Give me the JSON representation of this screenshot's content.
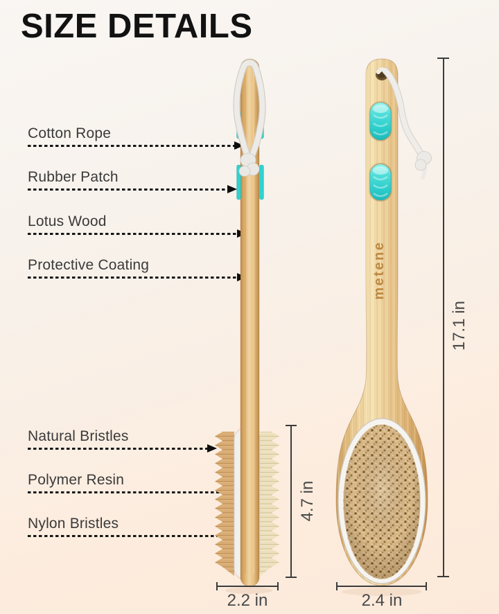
{
  "title": "SIZE DETAILS",
  "brand_engraving": "metene",
  "callouts": [
    {
      "label": "Cotton Rope"
    },
    {
      "label": "Rubber Patch"
    },
    {
      "label": "Lotus Wood"
    },
    {
      "label": "Protective Coating"
    },
    {
      "label": "Natural Bristles"
    },
    {
      "label": "Polymer Resin"
    },
    {
      "label": "Nylon Bristles"
    }
  ],
  "measurements": {
    "overall_height": "17.1 in",
    "head_height": "4.7 in",
    "head_depth": "2.2 in",
    "head_width": "2.4 in"
  },
  "colors": {
    "accent_teal": "#3bd6d3",
    "wood": "#e4bd80",
    "rope_white": "#edebe8",
    "natural_bristle": "#d7ab75",
    "nylon_bristle": "#eee3c2",
    "text_dark": "#3a3a3a",
    "background_top": "#f9f6f3",
    "background_bottom": "#fdecdd"
  }
}
